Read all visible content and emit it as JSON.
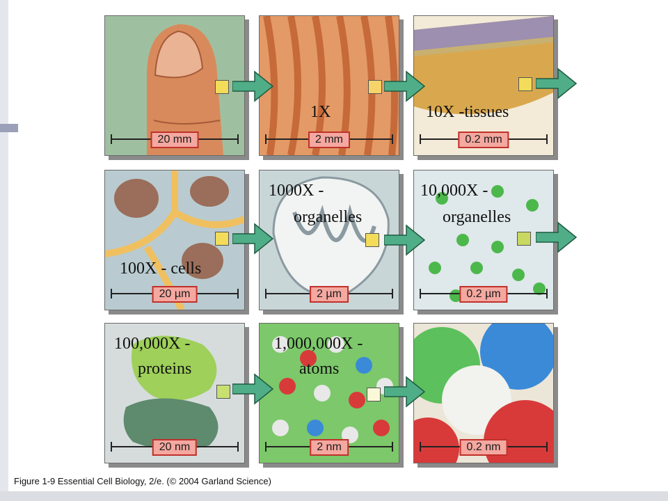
{
  "labels": {
    "x1": "1X",
    "x10": "10X -tissues",
    "x100": "100X - cells",
    "x1000_a": "1000X -",
    "x1000_b": "organelles",
    "x10000_a": "10,000X -",
    "x10000_b": "organelles",
    "x100000_a": "100,000X -",
    "x100000_b": "proteins",
    "x1000000_a": "1,000,000X -",
    "x1000000_b": "atoms"
  },
  "scale_bars": [
    "20 mm",
    "2 mm",
    "0.2 mm",
    "20 µm",
    "2 µm",
    "0.2 µm",
    "20 nm",
    "2 nm",
    "0.2 nm"
  ],
  "caption": "Figure 1-9  Essential Cell Biology, 2/e. (© 2004 Garland Science)",
  "colors": {
    "arrow": "#4fae88",
    "scale_box": "#f4a8a0",
    "inset": "#f2dc5a"
  }
}
